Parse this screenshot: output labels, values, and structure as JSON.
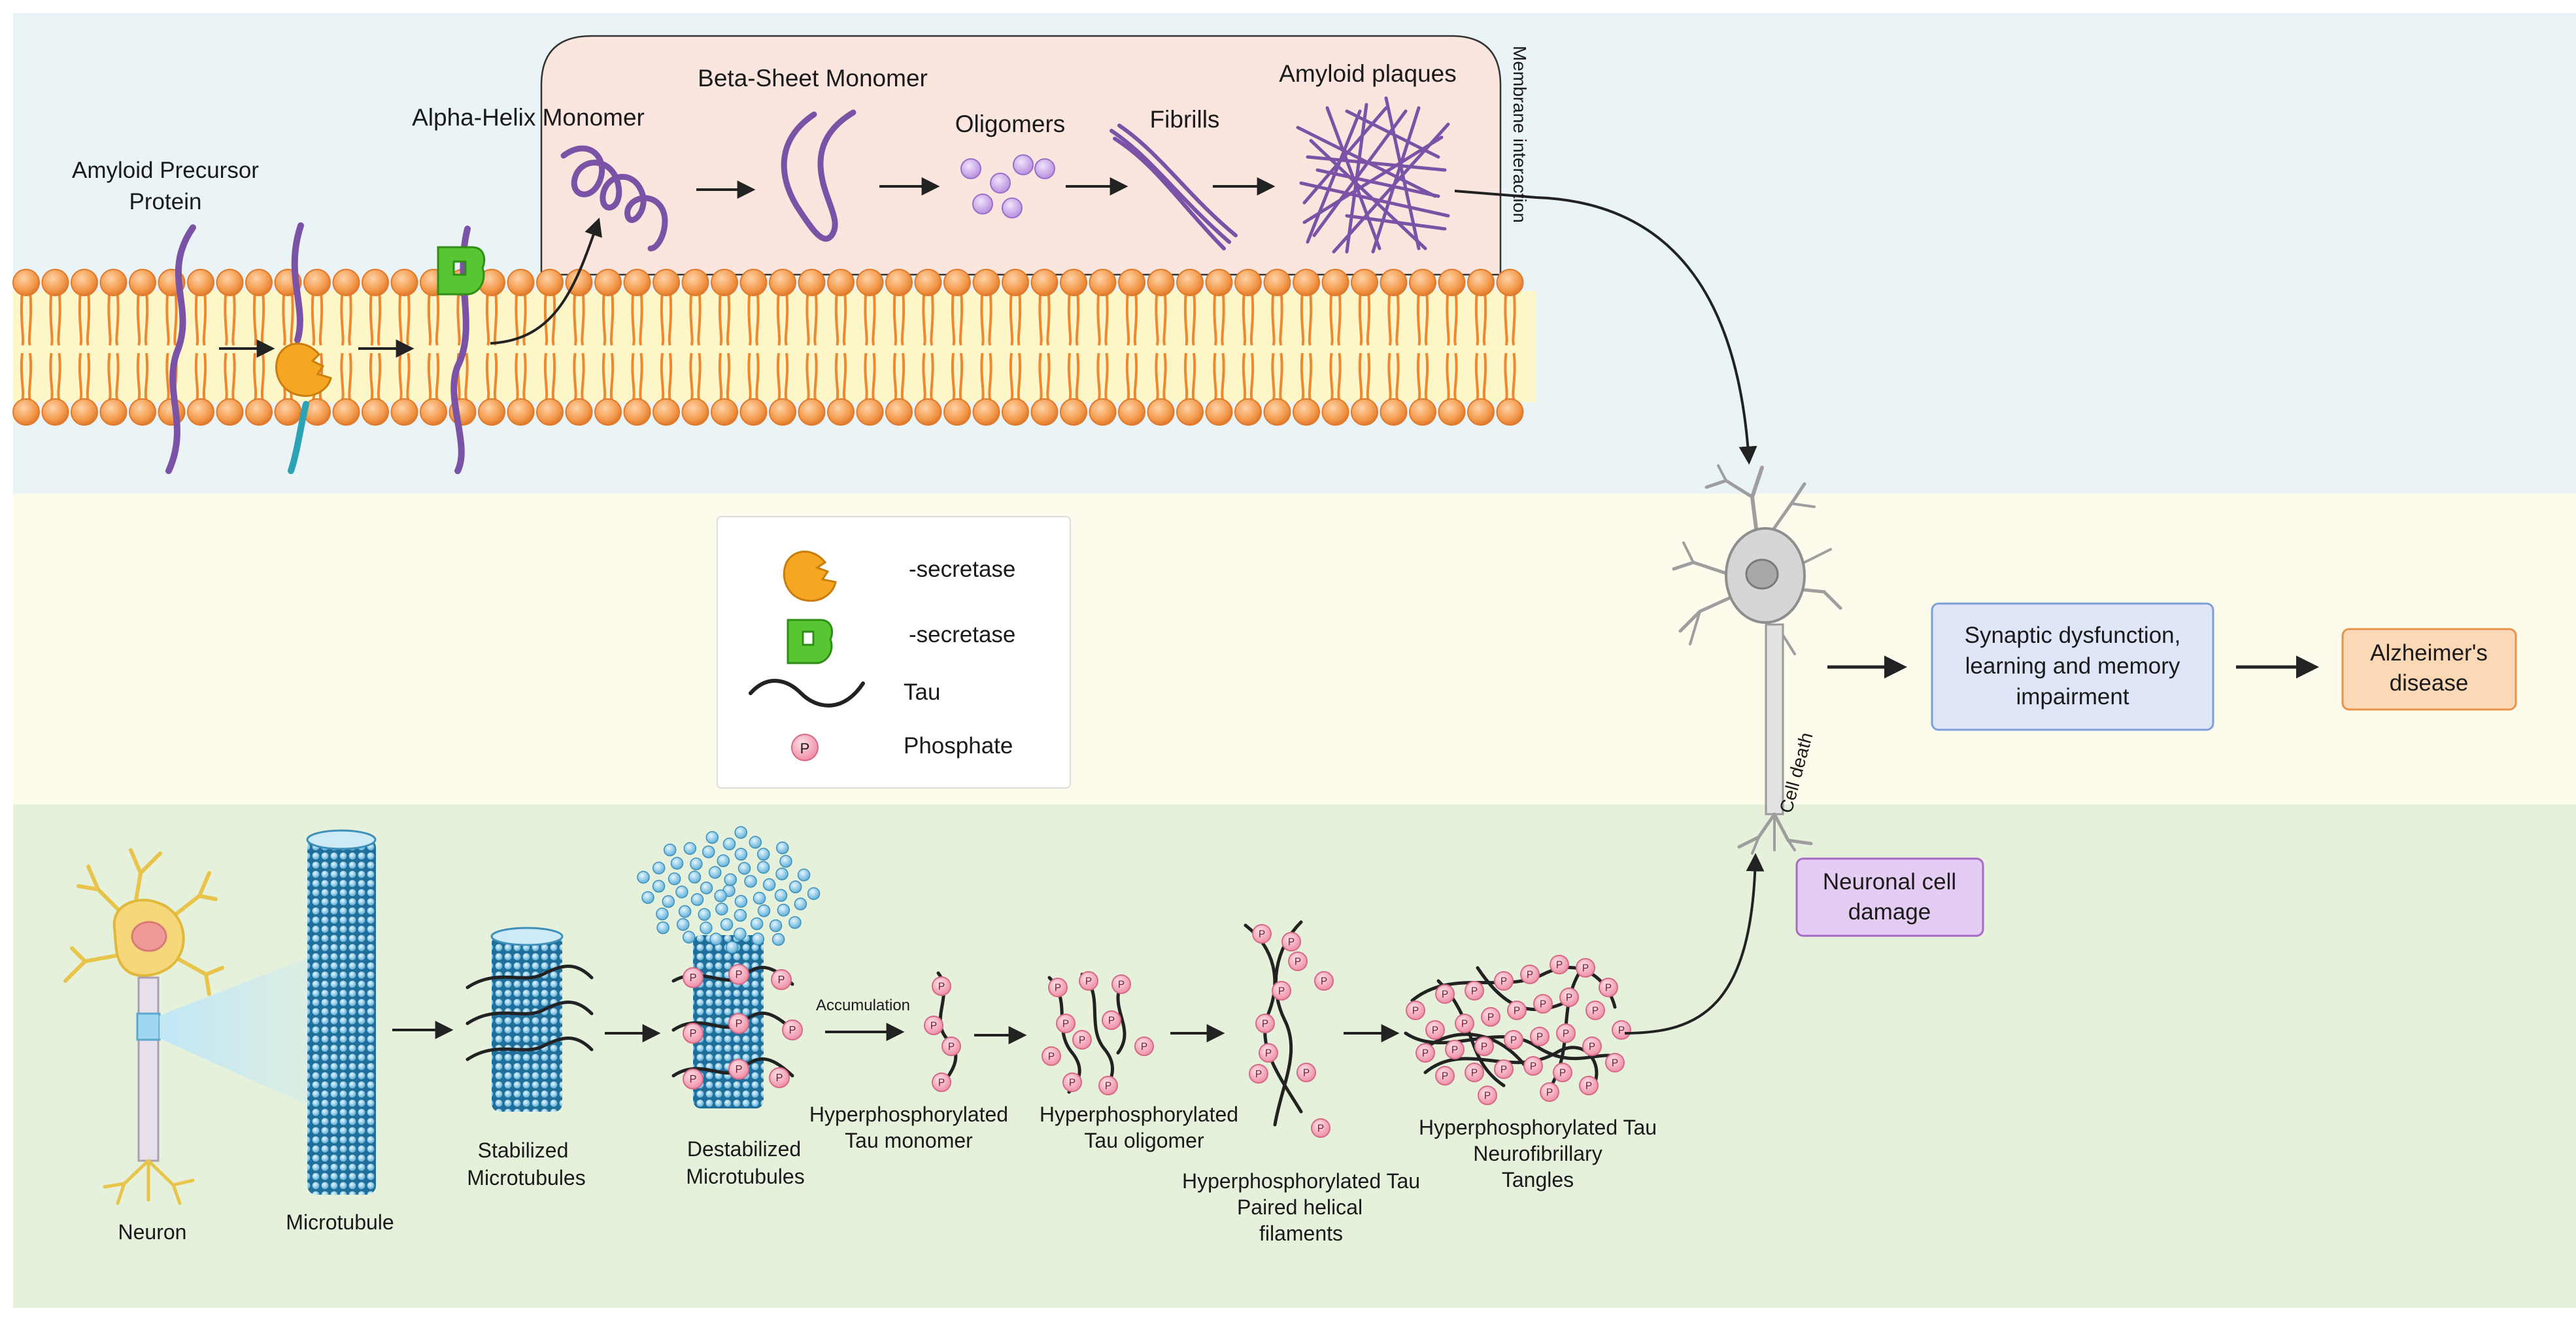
{
  "amyloid": {
    "app_label_line1": "Amyloid Precursor",
    "app_label_line2": "Protein",
    "alpha_helix": "Alpha-Helix Monomer",
    "beta_sheet": "Beta-Sheet Monomer",
    "oligomers": "Oligomers",
    "fibrills": "Fibrills",
    "plaques": "Amyloid plaques",
    "membrane_interaction": "Membrane interaction"
  },
  "legend": {
    "beta_secretase": "-secretase",
    "gamma_secretase": "-secretase",
    "tau": "Tau",
    "phosphate": "Phosphate",
    "phosphate_symbol": "P"
  },
  "outcome": {
    "cell_death": "Cell death",
    "synaptic_line1": "Synaptic dysfunction,",
    "synaptic_line2": "learning and memory",
    "synaptic_line3": "impairment",
    "alz_line1": "Alzheimer's",
    "alz_line2": "disease",
    "neuronal_line1": "Neuronal cell",
    "neuronal_line2": "damage"
  },
  "tau": {
    "neuron": "Neuron",
    "microtubule": "Microtubule",
    "stabilized_line1": "Stabilized",
    "stabilized_line2": "Microtubules",
    "destabilized_line1": "Destabilized",
    "destabilized_line2": "Microtubules",
    "accumulation": "Accumulation",
    "monomer_line1": "Hyperphosphorylated",
    "monomer_line2": "Tau monomer",
    "oligomer_line1": "Hyperphosphorylated",
    "oligomer_line2": "Tau oligomer",
    "phf_line1": "Hyperphosphorylated Tau",
    "phf_line2": "Paired helical",
    "phf_line3": "filaments",
    "nft_line1": "Hyperphosphorylated Tau",
    "nft_line2": "Neurofibrillary",
    "nft_line3": "Tangles"
  },
  "colors": {
    "band_top": "#eaf4f7",
    "band_mid": "#fdfbec",
    "band_bottom": "#e6f1dc",
    "membrane_orange": "#f39a4c",
    "app_purple": "#7a52a6",
    "beta_secretase": "#f5a623",
    "gamma_secretase": "#58c532",
    "phosphate_pink": "#f4a6b8",
    "synaptic_box": "#dfe6f8",
    "alzheimer_box": "#fbd8b6",
    "neuronal_box": "#e5ccf2"
  }
}
